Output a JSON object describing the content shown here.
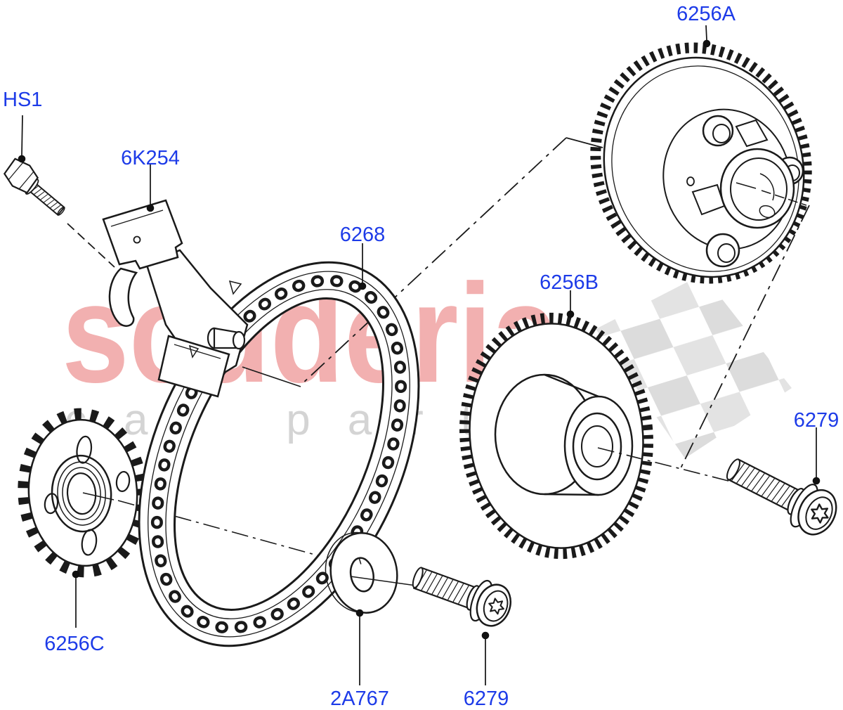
{
  "watermark": {
    "brand": "scuderia",
    "tagline": "car parts"
  },
  "parts": {
    "hs1_bolt": {
      "label": "HS1"
    },
    "tensioner": {
      "label": "6K254"
    },
    "timing_chain": {
      "label": "6268"
    },
    "vct_gear": {
      "label": "6256A"
    },
    "idler_gear": {
      "label": "6256B"
    },
    "bolt_right": {
      "label": "6279"
    },
    "crank_sprocket": {
      "label": "6256C"
    },
    "washer": {
      "label": "2A767"
    },
    "bolt_bottom": {
      "label": "6279"
    }
  },
  "colors": {
    "label_blue": "#1d3be8",
    "line_black": "#1a1a1a",
    "watermark_brand_pink": "#f2b0b0",
    "watermark_tagline_gray": "#d4d4d4",
    "checker_gray": "#dcdcdc",
    "background": "#ffffff"
  }
}
